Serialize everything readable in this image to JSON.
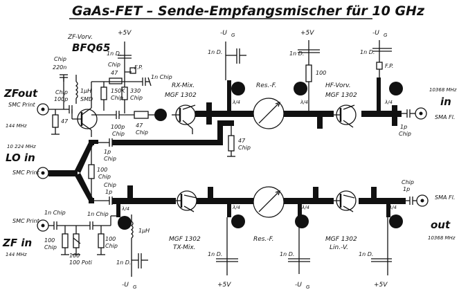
{
  "title": "GaAs-FET – Sende-Empfangsmischer für 10 GHz",
  "labels": {
    "zf_vorv": "ZF-Vorv.",
    "bfq65": "BFQ65",
    "plus5v": "+5V",
    "minus_ug": "-U",
    "ug_sub": "G",
    "fp": "F.P.",
    "one_nd": "1n D.",
    "one_n_chip": "1n Chip",
    "chip": "Chip",
    "c220n": "220n",
    "c100p": "100p",
    "r47": "47",
    "r47_chip": "47 Chip",
    "r150k": "150K",
    "r330": "330",
    "r100": "100",
    "r100_chip": "100 Chip",
    "r100_poti": "100 Poti",
    "uh1": "1µH",
    "smd": "SMD",
    "c1p": "1p",
    "c100p_chip": "100p Chip",
    "rx_mix": "RX-Mix.",
    "tx_mix": "TX-Mix.",
    "mgf1302": "MGF 1302",
    "res_f": "Res.-F.",
    "hf_vorv": "HF-Vorv.",
    "lin_v": "Lin.-V.",
    "lambda4": "λ/4",
    "zf_out": "ZFout",
    "zf_in": "ZF in",
    "smc_print": "SMC Print",
    "f144": "144 MHz",
    "lo_in": "LO in",
    "f10224": "10 224 MHz",
    "f10368": "10368 MHz",
    "in": "in",
    "out": "out",
    "sma_fl": "SMA Fl."
  }
}
